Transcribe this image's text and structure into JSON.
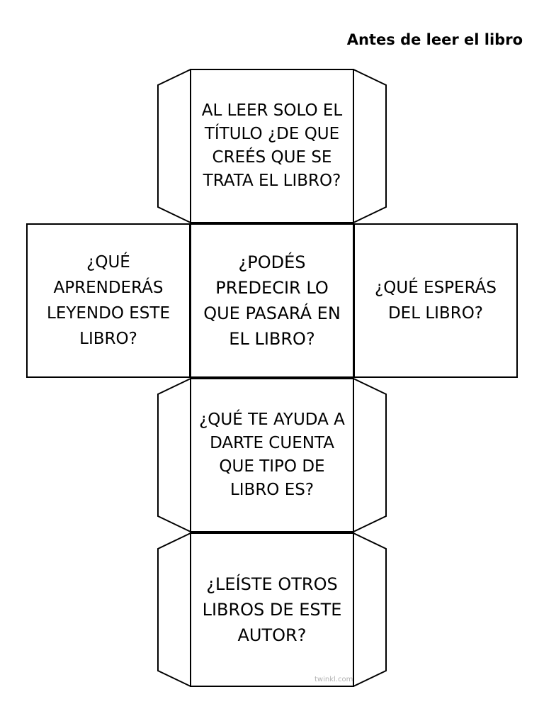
{
  "header": {
    "title": "Antes de leer el libro"
  },
  "faces": {
    "top": "AL LEER SOLO EL TÍTULO ¿DE QUE CREÉS QUE SE TRATA EL LIBRO?",
    "left": "¿QUÉ APRENDERÁS LEYENDO ESTE LIBRO?",
    "center": "¿PODÉS PREDECIR LO QUE PASARÁ EN EL LIBRO?",
    "right": "¿QUÉ ESPERÁS DEL LIBRO?",
    "middle": "¿QUÉ TE AYUDA A DARTE CUENTA QUE TIPO DE LIBRO ES?",
    "bottom": "¿LEÍSTE OTROS LIBROS DE ESTE AUTOR?"
  },
  "footer": {
    "brand": "twinkl.com"
  }
}
